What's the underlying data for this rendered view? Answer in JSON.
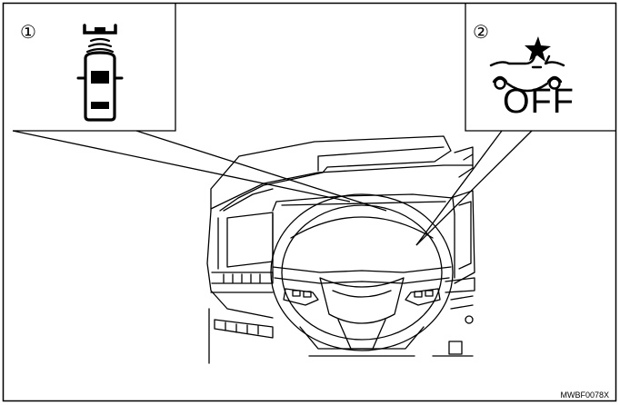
{
  "callouts": {
    "first": "①",
    "second": "②"
  },
  "indicator_2": {
    "off_label": "OFF"
  },
  "figure_code": "MWBF0078X",
  "icons": {
    "indicator_1": "parking-sensor-car-icon",
    "indicator_2": "collision-warning-off-icon"
  },
  "colors": {
    "line": "#000000",
    "background": "#ffffff"
  }
}
